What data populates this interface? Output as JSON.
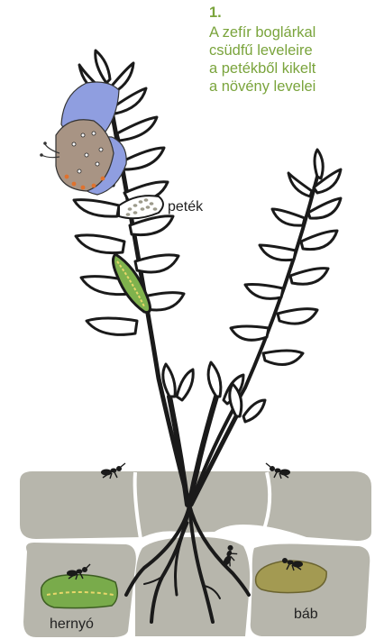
{
  "caption": {
    "number": "1.",
    "lines": [
      "A zefír boglárkal",
      "csüdfű leveleire",
      "a petékből kikelt",
      "a növény levelei"
    ]
  },
  "labels": {
    "eggs": "peték",
    "caterpillar": "hernyó",
    "pupa": "báb"
  },
  "colors": {
    "caption": "#7aa43c",
    "soil": "#b7b6ac",
    "plant": "#1a1a1a",
    "wing_blue": "#8f9ee0",
    "wing_brown": "#a89484",
    "caterpillar": "#79ab4b",
    "pupa": "#a39a52"
  },
  "icons": [
    "butterfly-icon",
    "ant-icon",
    "egg-cluster-icon",
    "caterpillar-icon",
    "pupa-icon"
  ]
}
